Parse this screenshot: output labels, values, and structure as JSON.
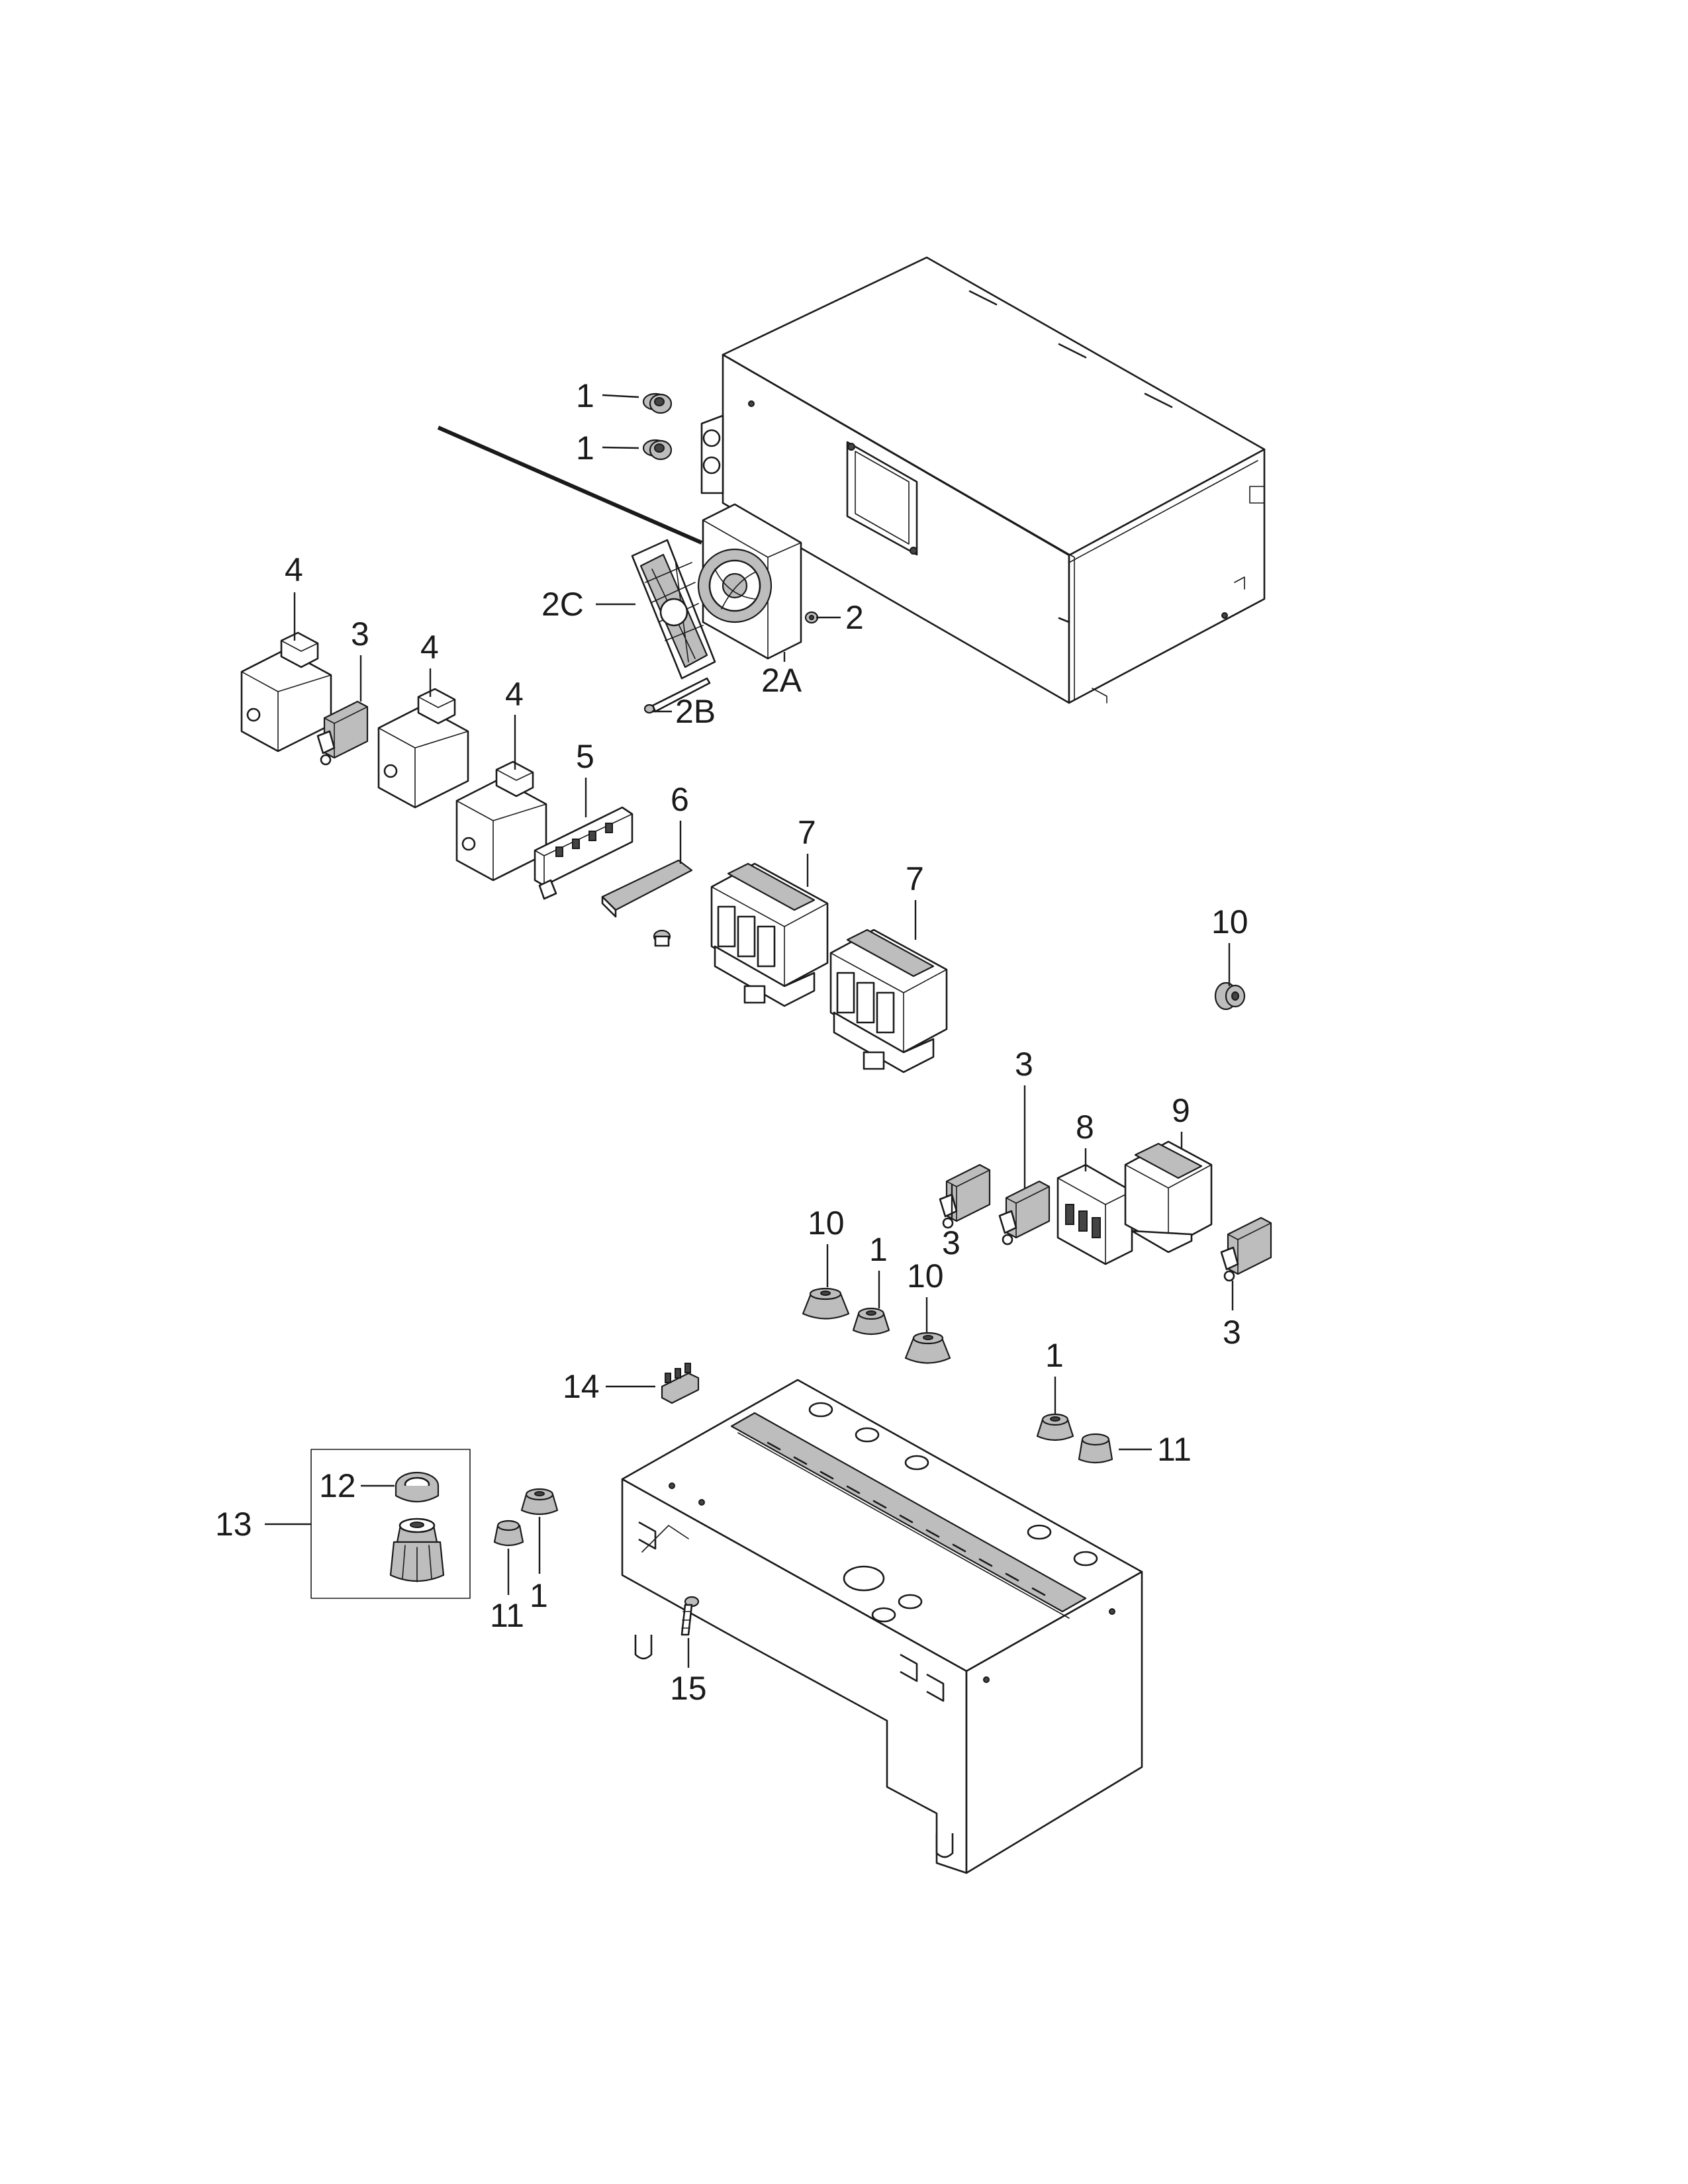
{
  "callouts": [
    {
      "key": "c1a",
      "text": "1"
    },
    {
      "key": "c1b",
      "text": "1"
    },
    {
      "key": "c4a",
      "text": "4"
    },
    {
      "key": "c3a",
      "text": "3"
    },
    {
      "key": "c4b",
      "text": "4"
    },
    {
      "key": "c4c",
      "text": "4"
    },
    {
      "key": "c2c",
      "text": "2C"
    },
    {
      "key": "c2",
      "text": "2"
    },
    {
      "key": "c2a",
      "text": "2A"
    },
    {
      "key": "c2b",
      "text": "2B"
    },
    {
      "key": "c5",
      "text": "5"
    },
    {
      "key": "c6",
      "text": "6"
    },
    {
      "key": "c7a",
      "text": "7"
    },
    {
      "key": "c7b",
      "text": "7"
    },
    {
      "key": "c10a",
      "text": "10"
    },
    {
      "key": "c3b",
      "text": "3"
    },
    {
      "key": "c8",
      "text": "8"
    },
    {
      "key": "c9",
      "text": "9"
    },
    {
      "key": "c3c",
      "text": "3"
    },
    {
      "key": "c3d",
      "text": "3"
    },
    {
      "key": "c10b",
      "text": "10"
    },
    {
      "key": "c1c",
      "text": "1"
    },
    {
      "key": "c10c",
      "text": "10"
    },
    {
      "key": "c1d",
      "text": "1"
    },
    {
      "key": "c11a",
      "text": "11"
    },
    {
      "key": "c14",
      "text": "14"
    },
    {
      "key": "c12",
      "text": "12"
    },
    {
      "key": "c13",
      "text": "13"
    },
    {
      "key": "c11b",
      "text": "11"
    },
    {
      "key": "c1e",
      "text": "1"
    },
    {
      "key": "c15",
      "text": "15"
    }
  ]
}
